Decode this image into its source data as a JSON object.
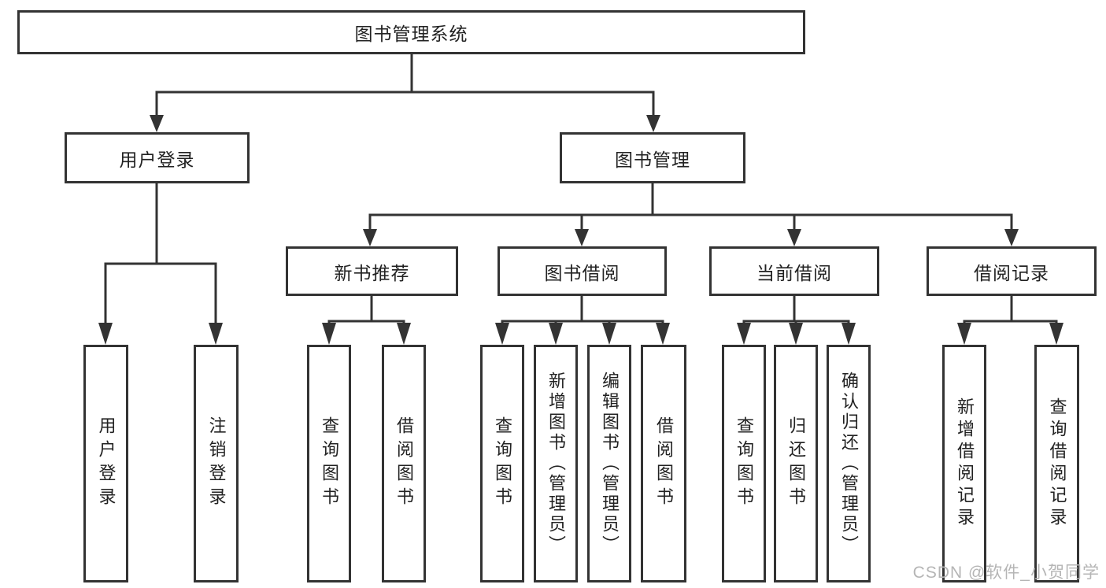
{
  "diagram": {
    "root": {
      "label": "图书管理系统"
    },
    "level2": {
      "user_login": {
        "label": "用户登录"
      },
      "book_management": {
        "label": "图书管理"
      }
    },
    "level3": {
      "new_book_recommend": {
        "label": "新书推荐"
      },
      "book_borrowing": {
        "label": "图书借阅"
      },
      "current_borrowing": {
        "label": "当前借阅"
      },
      "borrowing_records": {
        "label": "借阅记录"
      }
    },
    "leaves": {
      "user_login": [
        "用户登录",
        "注销登录"
      ],
      "new_book_recommend": [
        "查询图书",
        "借阅图书"
      ],
      "book_borrowing": [
        "查询图书",
        "新增图书（管理员）",
        "编辑图书（管理员）",
        "借阅图书"
      ],
      "current_borrowing": [
        "查询图书",
        "归还图书",
        "确认归还（管理员）"
      ],
      "borrowing_records": [
        "新增借阅记录",
        "查询借阅记录"
      ]
    },
    "colors": {
      "line": "#333333",
      "text": "#222222",
      "background": "#ffffff",
      "watermark": "#b5b5b5"
    }
  },
  "watermark": {
    "text": "CSDN @软件_小贺同学"
  }
}
